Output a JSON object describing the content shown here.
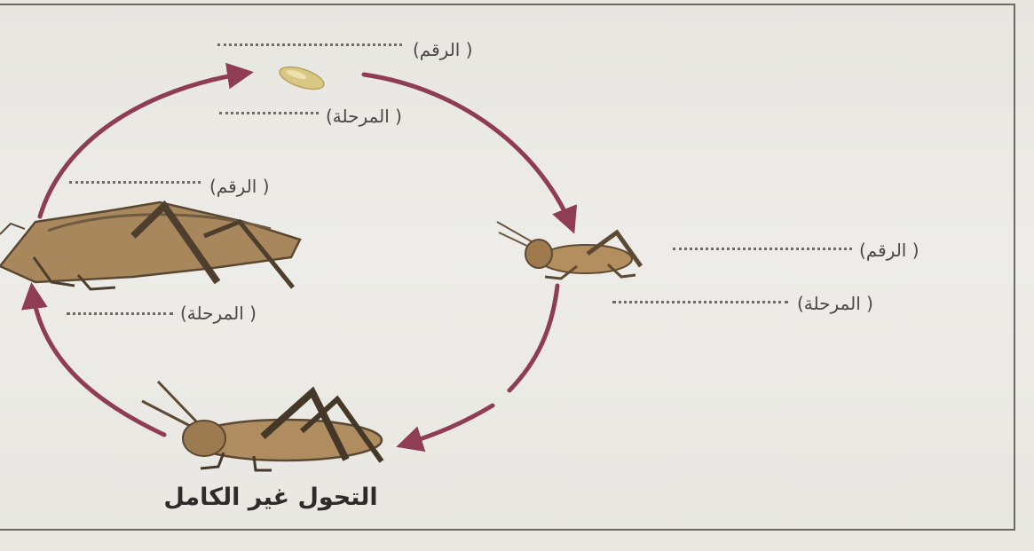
{
  "labels": {
    "number_top": "( الرقم)",
    "stage_top": "( المرحلة)",
    "number_left": "( الرقم)",
    "stage_left": "( المرحلة)",
    "number_right": "( الرقم)",
    "stage_right": "( المرحلة)"
  },
  "title": "التحول غير الكامل",
  "colors": {
    "arrow": "#8e3d55",
    "text": "#4b4846",
    "paper": "#ebeae5"
  },
  "icons": [
    "egg-icon",
    "nymph-small-icon",
    "nymph-large-icon",
    "adult-grasshopper-icon"
  ]
}
